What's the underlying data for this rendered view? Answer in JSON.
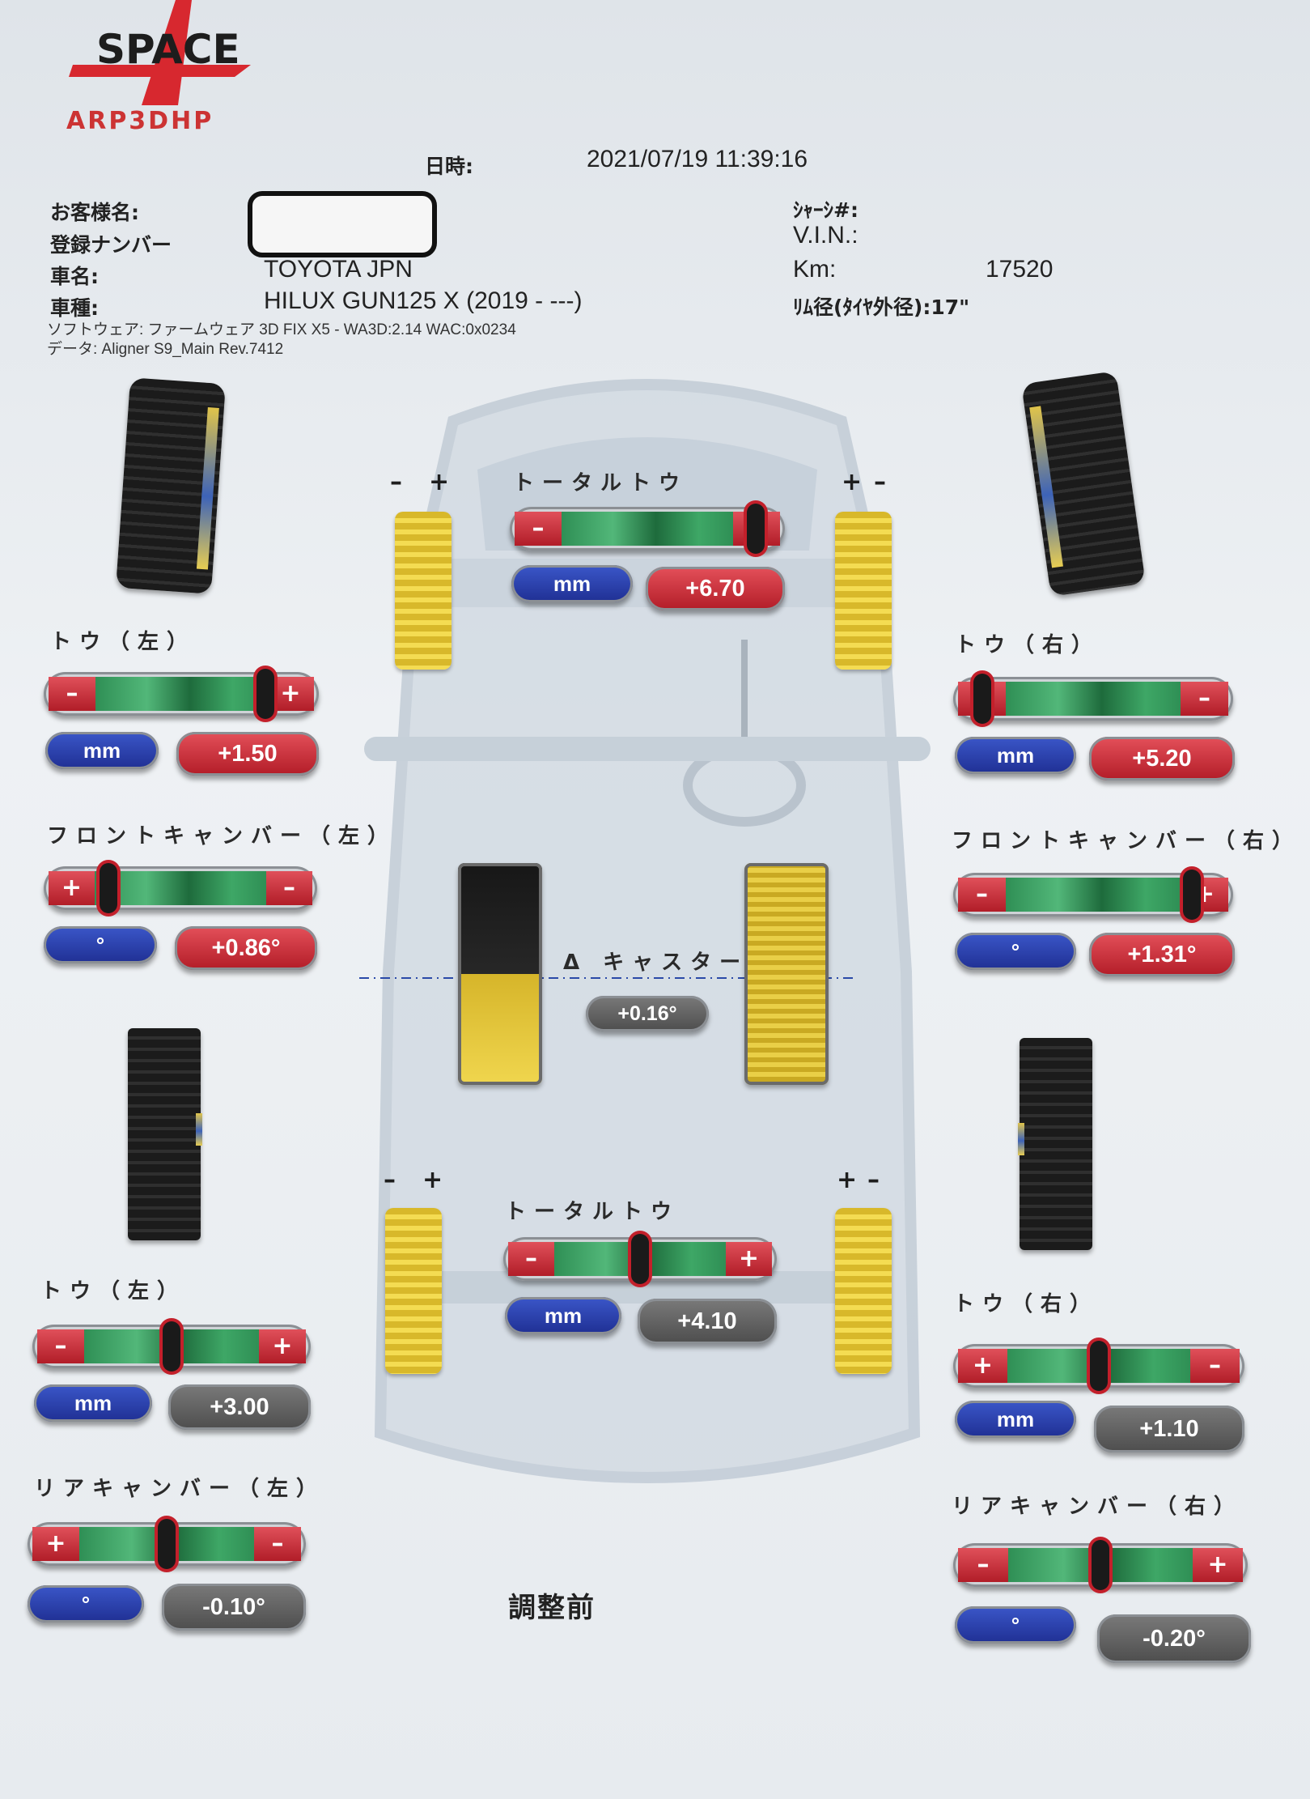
{
  "brand": {
    "logo_text": "SPACE",
    "model": "ARP3DHP"
  },
  "header": {
    "datetime_label": "日時:",
    "datetime_value": "2021/07/19  11:39:16",
    "customer_label": "お客様名:",
    "reg_label": "登録ナンバー",
    "car_name_label": "車名:",
    "car_name_value": "TOYOTA JPN",
    "model_label": "車種:",
    "model_value": "HILUX GUN125 X (2019 - ---)",
    "software_line": "ソフトウェア: ファームウェア 3D FIX X5 - WA3D:2.14 WAC:0x0234",
    "data_line": "データ: Aligner S9_Main Rev.7412",
    "chassis_label": "ｼｬｰｼ#:",
    "vin_label": "V.I.N.:",
    "km_label": "Km:",
    "km_value": "17520",
    "rim_label": "ﾘﾑ径(ﾀｲﾔ外径):17\""
  },
  "front": {
    "total_toe": {
      "label": "トータルトウ",
      "unit": "mm",
      "value": "+6.70",
      "marker": 0.95
    },
    "toe_left": {
      "label": "トウ（左）",
      "unit": "mm",
      "value": "+1.50",
      "marker": 0.85
    },
    "toe_right": {
      "label": "トウ（右）",
      "unit": "mm",
      "value": "+5.20",
      "marker": 0.05
    },
    "camber_left": {
      "label": "フロントキャンバー（左）",
      "unit": "°",
      "value": "+0.86°",
      "marker": 0.2
    },
    "camber_right": {
      "label": "フロントキャンバー（右）",
      "unit": "°",
      "value": "+1.31°",
      "marker": 0.9
    },
    "caster": {
      "label": "Δ キャスター",
      "value": "+0.16°"
    }
  },
  "rear": {
    "total_toe": {
      "label": "トータルトウ",
      "unit": "mm",
      "value": "+4.10",
      "marker": 0.5
    },
    "toe_left": {
      "label": "トウ（左）",
      "unit": "mm",
      "value": "+3.00",
      "marker": 0.5
    },
    "toe_right": {
      "label": "トウ（右）",
      "unit": "mm",
      "value": "+1.10",
      "marker": 0.5
    },
    "camber_left": {
      "label": "リアキャンバー（左）",
      "unit": "°",
      "value": "-0.10°",
      "marker": 0.5
    },
    "camber_right": {
      "label": "リアキャンバー（右）",
      "unit": "°",
      "value": "-0.20°",
      "marker": 0.5
    }
  },
  "status": "調整前",
  "signs": {
    "plus": "+",
    "minus": "–"
  },
  "colors": {
    "red": "#c3202b",
    "green": "#2f8f55",
    "blue": "#1f2f93",
    "gray": "#555555",
    "yellow": "#f4dc52"
  }
}
